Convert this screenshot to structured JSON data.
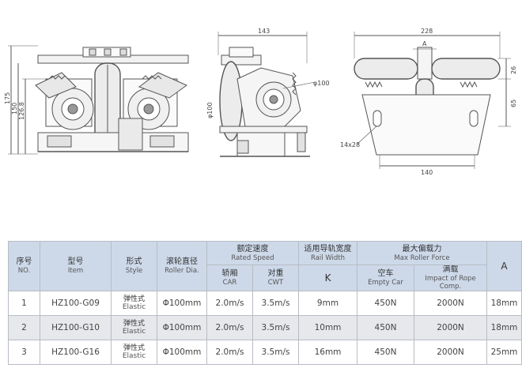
{
  "drawing": {
    "front_dims": [
      "175",
      "150",
      "126.8"
    ],
    "side_dims": [
      "143",
      "φ100",
      "φ100"
    ],
    "end_dims": [
      "228",
      "A",
      "26",
      "65",
      "14x28",
      "140"
    ]
  },
  "table": {
    "headers": {
      "no": {
        "zh": "序号",
        "en": "NO."
      },
      "item": {
        "zh": "型号",
        "en": "Item"
      },
      "style": {
        "zh": "形式",
        "en": "Style"
      },
      "roller": {
        "zh": "滚轮直径",
        "en": "Roller Dia."
      },
      "speed": {
        "zh": "额定速度",
        "en": "Rated Speed"
      },
      "car": {
        "zh": "轿厢",
        "en": "CAR"
      },
      "cwt": {
        "zh": "对重",
        "en": "CWT"
      },
      "rail": {
        "zh": "适用导轨宽度",
        "en": "Rail Width"
      },
      "k": "K",
      "force": {
        "zh": "最大偏载力",
        "en": "Max Roller Force"
      },
      "empty": {
        "zh": "空车",
        "en": "Empty Car"
      },
      "full": {
        "zh": "满载",
        "en": "Impact of Rope Comp."
      },
      "a": "A"
    },
    "rows": [
      {
        "no": "1",
        "item": "HZ100-G09",
        "style_zh": "弹性式",
        "style_en": "Elastic",
        "roller": "Φ100mm",
        "car": "2.0m/s",
        "cwt": "3.5m/s",
        "rail": "9mm",
        "empty": "450N",
        "full": "2000N",
        "a": "18mm"
      },
      {
        "no": "2",
        "item": "HZ100-G10",
        "style_zh": "弹性式",
        "style_en": "Elastic",
        "roller": "Φ100mm",
        "car": "2.0m/s",
        "cwt": "3.5m/s",
        "rail": "10mm",
        "empty": "450N",
        "full": "2000N",
        "a": "18mm"
      },
      {
        "no": "3",
        "item": "HZ100-G16",
        "style_zh": "弹性式",
        "style_en": "Elastic",
        "roller": "Φ100mm",
        "car": "2.0m/s",
        "cwt": "3.5m/s",
        "rail": "16mm",
        "empty": "450N",
        "full": "2000N",
        "a": "25mm"
      }
    ]
  }
}
